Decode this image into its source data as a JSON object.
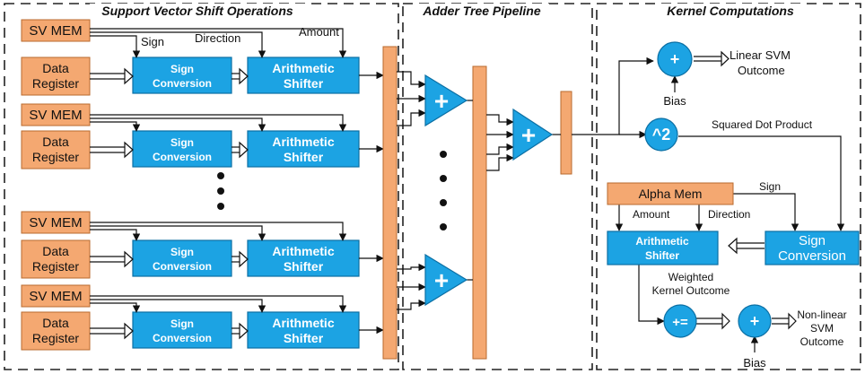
{
  "sections": {
    "sv_shift": "Support Vector Shift Operations",
    "adder_tree": "Adder Tree Pipeline",
    "kernel": "Kernel Computations"
  },
  "lane": {
    "sv_mem": "SV MEM",
    "data_register_line1": "Data",
    "data_register_line2": "Register",
    "sign_conversion_line1": "Sign",
    "sign_conversion_line2": "Conversion",
    "shifter_line1": "Arithmetic",
    "shifter_line2": "Shifter"
  },
  "top_labels": {
    "sign": "Sign",
    "direction": "Direction",
    "amount": "Amount"
  },
  "dots": "•",
  "adder_symbol": "+",
  "kernel": {
    "linear_op": "+",
    "linear_out_line1": "Linear SVM",
    "linear_out_line2": "Outcome",
    "bias": "Bias",
    "square_op": "^2",
    "squared_dot_product": "Squared Dot Product",
    "alpha_mem": "Alpha Mem",
    "sign": "Sign",
    "amount": "Amount",
    "direction": "Direction",
    "shifter_line1": "Arithmetic",
    "shifter_line2": "Shifter",
    "sign_conv_line1": "Sign",
    "sign_conv_line2": "Conversion",
    "weighted_line1": "Weighted",
    "weighted_line2": "Kernel Outcome",
    "accum_op": "+=",
    "final_op": "+",
    "bias2": "Bias",
    "nonlinear_line1": "Non-linear",
    "nonlinear_line2": "SVM",
    "nonlinear_line3": "Outcome"
  },
  "colors": {
    "orange": "#F4A871",
    "orange_stroke": "#B86A2E",
    "blue": "#1CA3E3",
    "blue_stroke": "#0B6FA4",
    "line": "#111111"
  }
}
